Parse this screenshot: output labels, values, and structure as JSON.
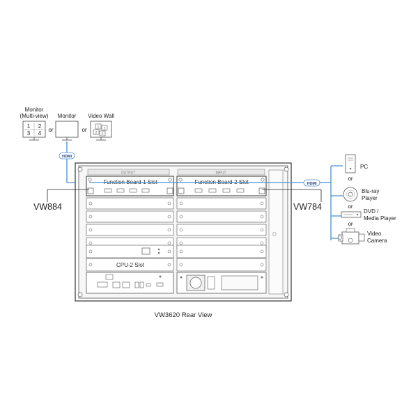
{
  "sources_top": {
    "monitor_multiview": {
      "line1": "Monitor",
      "line2": "(Multi-view)",
      "quad": [
        "1",
        "2",
        "3",
        "4"
      ]
    },
    "or1": "or",
    "monitor": "Monitor",
    "or2": "or",
    "video_wall": {
      "label": "Video Wall",
      "tiles": [
        "1",
        "3",
        "2",
        "4"
      ]
    }
  },
  "hdmi_badges": [
    "HDMI",
    "HDMI"
  ],
  "chassis": {
    "board1_slot": "Function Board-1 Slot",
    "board2_slot": "Function Board-2 Slot",
    "board1_header": "OUTPUT",
    "board2_header": "INPUT",
    "cpu2_slot": "CPU-2 Slot"
  },
  "side_labels": {
    "left": "VW884",
    "right": "VW784"
  },
  "caption": "VW3620 Rear View",
  "devices": [
    {
      "lines": [
        "PC"
      ]
    },
    {
      "lines": [
        "Blu-ray",
        "Player"
      ]
    },
    {
      "lines": [
        "DVD /",
        "Media Player"
      ]
    },
    {
      "lines": [
        "Video",
        "Camera"
      ]
    }
  ],
  "or_labels": [
    "or",
    "or",
    "or"
  ],
  "colors": {
    "hdmi_line": "#4a8fd4",
    "outline": "#333333",
    "panel": "#f4f4f4"
  }
}
